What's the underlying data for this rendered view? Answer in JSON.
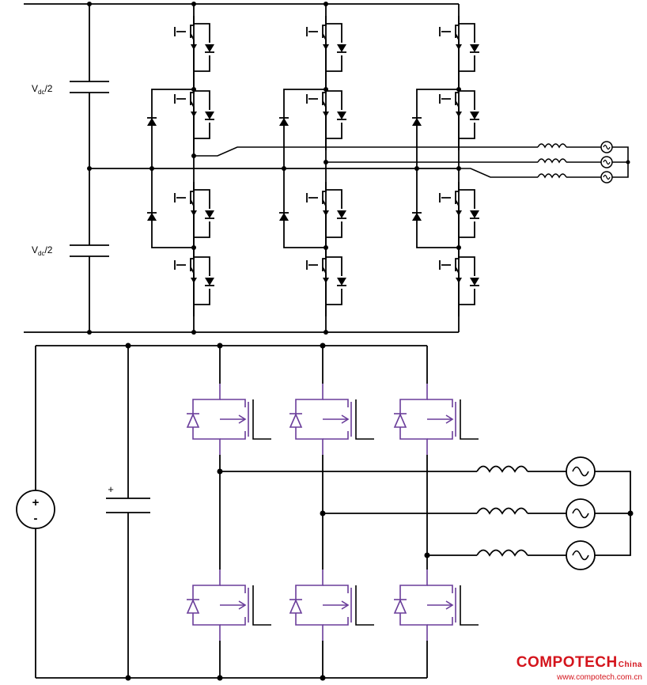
{
  "top_circuit": {
    "capacitor_upper_label": "V",
    "capacitor_upper_sub": "dc",
    "capacitor_upper_suffix": "/2",
    "capacitor_lower_label": "V",
    "capacitor_lower_sub": "dc",
    "capacitor_lower_suffix": "/2",
    "line_color": "#000000"
  },
  "bottom_circuit": {
    "source_plus": "+",
    "source_minus": "-",
    "capacitor_polarity": "+",
    "switch_color": "#6a3d9a",
    "wire_color": "#000000"
  },
  "watermark": {
    "brand": "COMPOTECH",
    "suffix": "China",
    "url": "www.compotech.com.cn",
    "color": "#d4141c"
  }
}
